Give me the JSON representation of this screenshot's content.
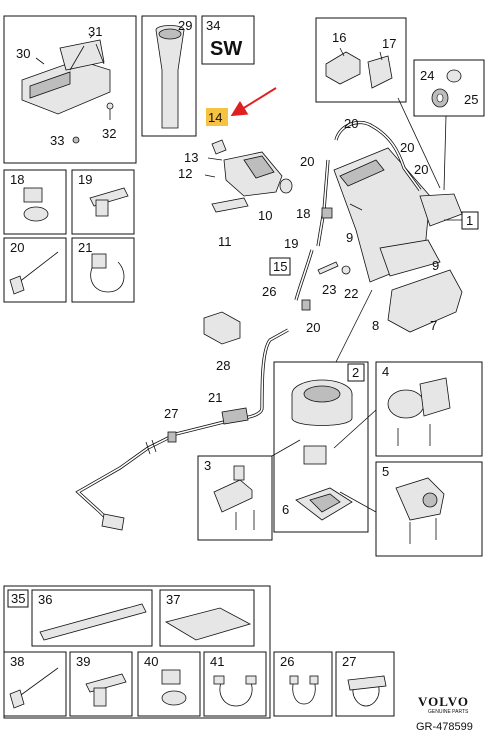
{
  "diagram": {
    "sw_badge": "SW",
    "document_id": "GR-478599",
    "brand": {
      "name": "VOLVO",
      "sub": "GENUINE PARTS"
    },
    "highlight_color": "#f5c242",
    "arrow_color": "#e02020",
    "callouts": {
      "c1": "1",
      "c2": "2",
      "c3": "3",
      "c4": "4",
      "c5": "5",
      "c6": "6",
      "c7": "7",
      "c8": "8",
      "c9": "9",
      "c9b": "9",
      "c10": "10",
      "c11": "11",
      "c12": "12",
      "c13": "13",
      "c14": "14",
      "c15": "15",
      "c16": "16",
      "c17": "17",
      "c18": "18",
      "c18b": "18",
      "c19": "19",
      "c19b": "19",
      "c20": "20",
      "c20b": "20",
      "c20c": "20",
      "c20d": "20",
      "c20e": "20",
      "c20f": "20",
      "c21": "21",
      "c21b": "21",
      "c22": "22",
      "c23": "23",
      "c24": "24",
      "c25": "25",
      "c26": "26",
      "c26b": "26",
      "c27": "27",
      "c27b": "27",
      "c28": "28",
      "c29": "29",
      "c30": "30",
      "c31": "31",
      "c32": "32",
      "c33": "33",
      "c34": "34",
      "c35": "35",
      "c36": "36",
      "c37": "37",
      "c38": "38",
      "c39": "39",
      "c40": "40",
      "c41": "41"
    }
  }
}
